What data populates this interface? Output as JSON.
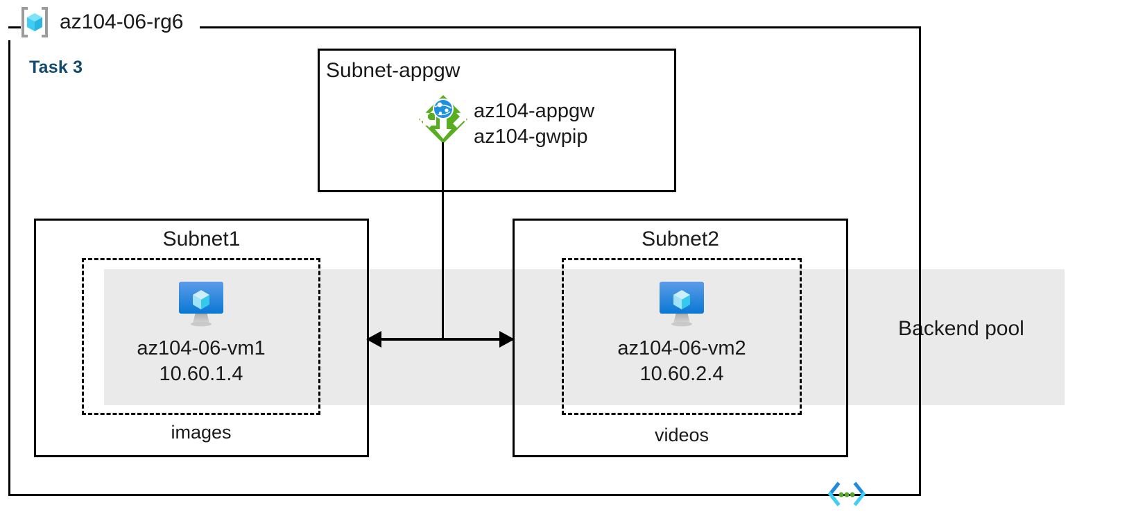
{
  "diagram": {
    "type": "azure-architecture",
    "resource_group": {
      "name": "az104-06-rg6",
      "icon": "resource-group-icon"
    },
    "task_label": "Task 3",
    "backend_pool": {
      "label": "Backend pool",
      "band_color": "#eaeaea"
    },
    "subnets": [
      {
        "id": "subnet-appgw",
        "title": "Subnet-appgw",
        "resource_icon": "application-gateway-icon",
        "resources": [
          "az104-appgw",
          "az104-gwpip"
        ],
        "resource_line1": "az104-appgw",
        "resource_line2": "az104-gwpip"
      },
      {
        "id": "subnet1",
        "title": "Subnet1",
        "vm_icon": "virtual-machine-icon",
        "vm_name": "az104-06-vm1",
        "vm_ip": "10.60.1.4",
        "content_label": "images"
      },
      {
        "id": "subnet2",
        "title": "Subnet2",
        "vm_icon": "virtual-machine-icon",
        "vm_name": "az104-06-vm2",
        "vm_ip": "10.60.2.4",
        "content_label": "videos"
      }
    ],
    "connectors": [
      {
        "id": "appgw-to-backend",
        "style": "vertical-line"
      },
      {
        "id": "subnet1-subnet2",
        "style": "double-headed-arrow"
      }
    ],
    "footer_icon": "code-brackets-icon",
    "colors": {
      "task_accent": "#12496f",
      "appgw_green": "#59ad21",
      "vm_blue": "#0a78d4",
      "band_gray": "#eaeaea",
      "stroke": "#000000"
    }
  }
}
